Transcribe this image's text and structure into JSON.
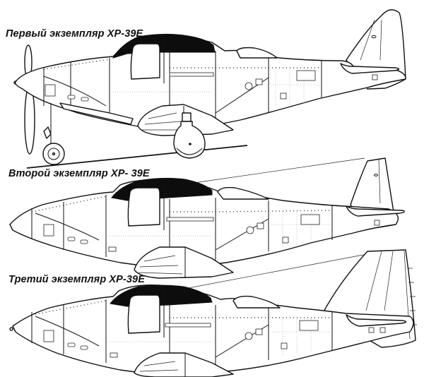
{
  "figure": {
    "type": "technical-profile-drawing",
    "subject": "XP-39E",
    "aircraft": [
      {
        "caption": "Первый экземпляр XP-39E",
        "variant": "first",
        "features": [
          "propeller",
          "landing-gear",
          "rounded-fin"
        ]
      },
      {
        "caption": "Второй экземпляр XP- 39E",
        "variant": "second",
        "features": [
          "no-propeller",
          "squared-fin",
          "antenna-wire"
        ]
      },
      {
        "caption": "Третий экземпляр XP-39E",
        "variant": "third",
        "features": [
          "no-propeller",
          "tall-squared-fin",
          "antenna-wire"
        ]
      }
    ]
  },
  "colors": {
    "line": "#111111",
    "background": "#ffffff",
    "canopy": "#0d0d0d"
  }
}
